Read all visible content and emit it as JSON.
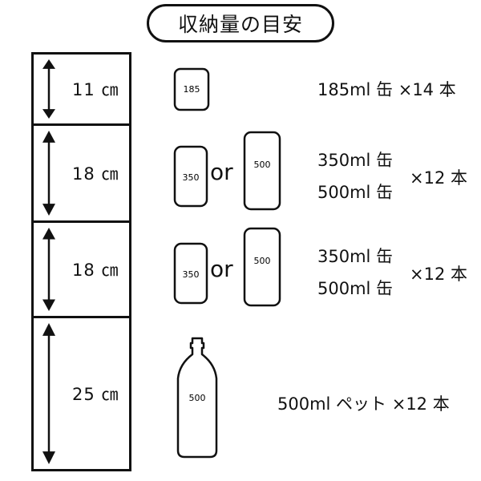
{
  "title": "収納量の目安",
  "connector": "or",
  "shelves": [
    {
      "height_label": "11 ㎝",
      "containers": [
        "185"
      ],
      "capacity_lines": [
        "185ml 缶 ×14 本"
      ]
    },
    {
      "height_label": "18 ㎝",
      "containers": [
        "350",
        "500"
      ],
      "capacity_lines": [
        "350ml 缶",
        "500ml 缶"
      ],
      "count": "×12 本"
    },
    {
      "height_label": "18 ㎝",
      "containers": [
        "350",
        "500"
      ],
      "capacity_lines": [
        "350ml 缶",
        "500ml 缶"
      ],
      "count": "×12 本"
    },
    {
      "height_label": "25 ㎝",
      "containers": [
        "500"
      ],
      "capacity_lines": [
        "500ml ペット ×12 本"
      ]
    }
  ]
}
